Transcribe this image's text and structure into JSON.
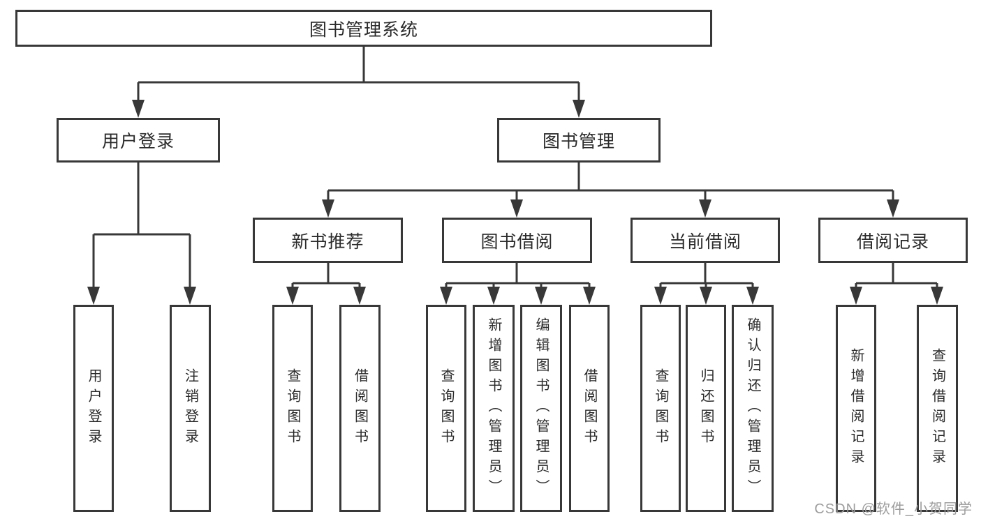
{
  "diagram": {
    "type": "hierarchy-tree",
    "orientation": "top-down"
  },
  "tree": {
    "label": "图书管理系统",
    "children": [
      {
        "label": "用户登录",
        "children": [
          {
            "label": "用户登录"
          },
          {
            "label": "注销登录"
          }
        ]
      },
      {
        "label": "图书管理",
        "children": [
          {
            "label": "新书推荐",
            "children": [
              {
                "label": "查询图书"
              },
              {
                "label": "借阅图书"
              }
            ]
          },
          {
            "label": "图书借阅",
            "children": [
              {
                "label": "查询图书"
              },
              {
                "label": "新增图书（管理员）"
              },
              {
                "label": "编辑图书（管理员）"
              },
              {
                "label": "借阅图书"
              }
            ]
          },
          {
            "label": "当前借阅",
            "children": [
              {
                "label": "查询图书"
              },
              {
                "label": "归还图书"
              },
              {
                "label": "确认归还（管理员）"
              }
            ]
          },
          {
            "label": "借阅记录",
            "children": [
              {
                "label": "新增借阅记录"
              },
              {
                "label": "查询借阅记录"
              }
            ]
          }
        ]
      }
    ]
  },
  "watermark": "CSDN @软件_小贺同学",
  "colors": {
    "line": "#383838",
    "box_border": "#383838",
    "text": "#2b2b2b",
    "watermark": "#9c9c9c",
    "background": "#ffffff"
  }
}
